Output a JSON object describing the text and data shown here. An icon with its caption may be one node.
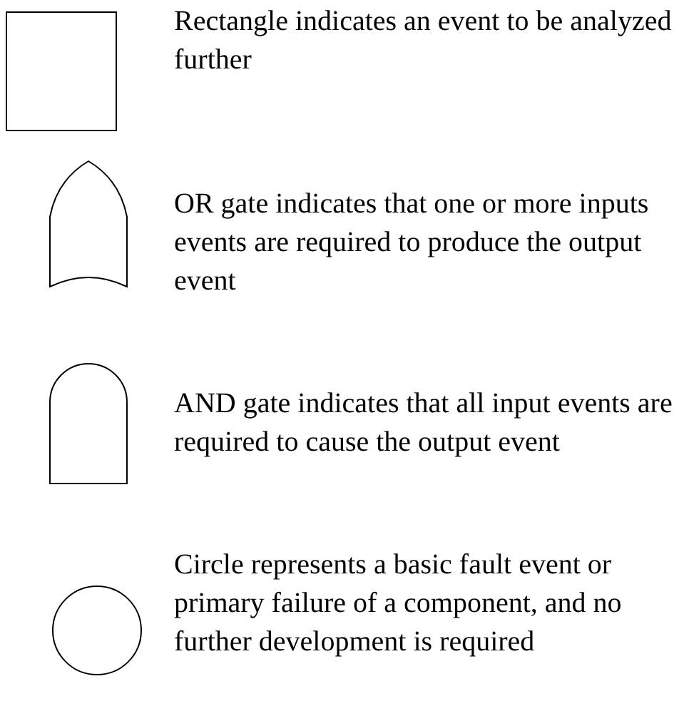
{
  "diagram": {
    "nodes": [
      {
        "text": [],
        "shape": "box",
        "beside": [
          "Rectangle indicates an event to be analyzed further"
        ]
      },
      {
        "text": [],
        "shape": "shield",
        "beside": [
          "OR gate indicates that one or more inputs events are required to produce the output event"
        ]
      },
      {
        "text": [],
        "shape": "arch",
        "beside": [
          "AND gate indicates that all input events are required to cause the output event"
        ]
      },
      {
        "text": [],
        "shape": "circle",
        "beside": [
          "Circle represents a basic fault event or primary failure of a component, and no further development is required"
        ]
      }
    ]
  }
}
